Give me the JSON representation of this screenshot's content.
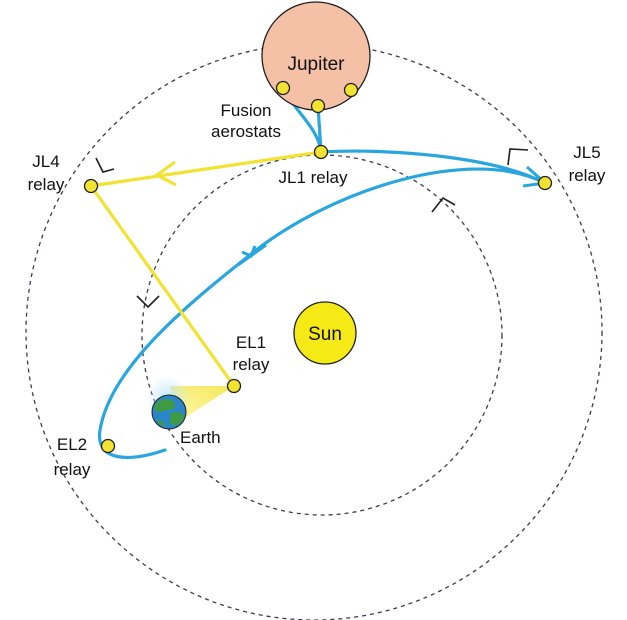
{
  "colors": {
    "orbit": "#3b3b52",
    "path_blue": "#2aa6de",
    "path_yellow": "#f2e232",
    "node_fill": "#f2e232",
    "node_stroke": "#1f1f1f",
    "sun": "#f5ea15",
    "jupiter": "#f4c0a6",
    "earth_land": "#3e9a44",
    "earth_sea": "#2a86c8",
    "label": "#111111"
  },
  "bodies": {
    "jupiter": "Jupiter",
    "sun": "Sun",
    "earth": "Earth"
  },
  "labels": {
    "fusion_line1": "Fusion",
    "fusion_line2": "aerostats",
    "jl1": "JL1 relay",
    "jl4_line1": "JL4",
    "jl4_line2": "relay",
    "jl5_line1": "JL5",
    "jl5_line2": "relay",
    "el1_line1": "EL1",
    "el1_line2": "relay",
    "el2_line1": "EL2",
    "el2_line2": "relay"
  }
}
